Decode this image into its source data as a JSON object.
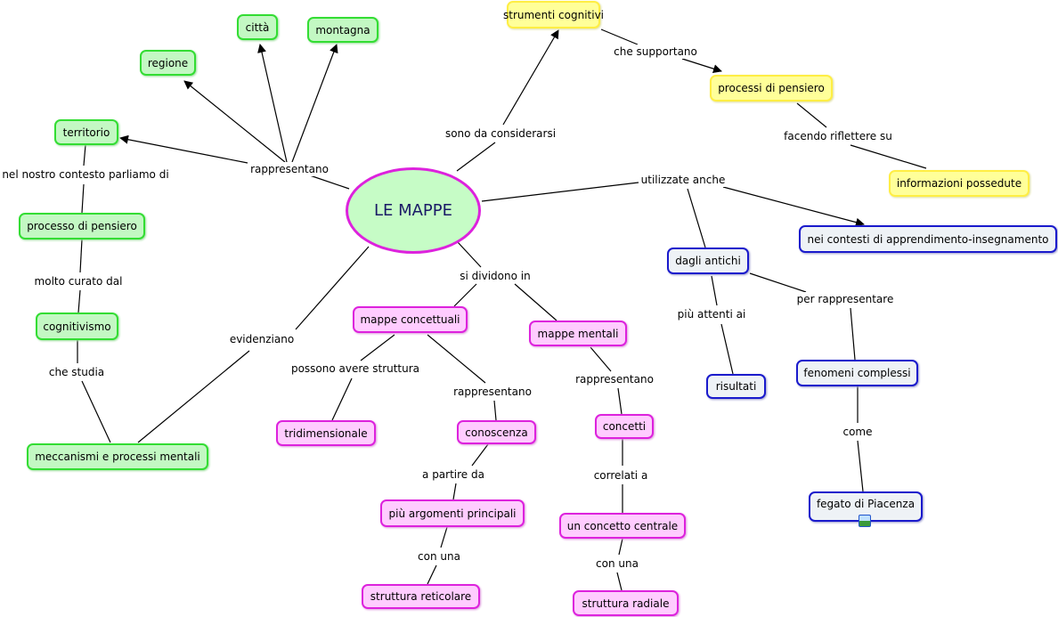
{
  "center": "LE MAPPE",
  "nodes": {
    "strumenti": "strumenti cognitivi",
    "processi": "processi di pensiero",
    "informazioni": "informazioni possedute",
    "citta": "città",
    "montagna": "montagna",
    "regione": "regione",
    "territorio": "territorio",
    "processo": "processo di pensiero",
    "cognitivismo": "cognitivismo",
    "meccanismi": "meccanismi e processi mentali",
    "concettuali": "mappe concettuali",
    "mentali": "mappe mentali",
    "tridimensionale": "tridimensionale",
    "conoscenza": "conoscenza",
    "concetti": "concetti",
    "argomenti": "più argomenti principali",
    "concetto_centrale": "un concetto centrale",
    "reticolare": "struttura reticolare",
    "radiale": "struttura radiale",
    "contesti": "nei contesti di apprendimento-insegnamento",
    "antichi": "dagli antichi",
    "risultati": "risultati",
    "fenomeni": "fenomeni complessi",
    "fegato": "fegato di Piacenza"
  },
  "links": {
    "rappresentano1": "rappresentano",
    "sono_da": "sono da considerarsi",
    "che_supportano": "che supportano",
    "facendo": "facendo riflettere su",
    "utilizzate": "utilizzate anche",
    "nel_nostro": "nel nostro contesto parliamo di",
    "molto_curato": "molto curato dal",
    "che_studia": "che studia",
    "evidenziano": "evidenziano",
    "si_dividono": "si dividono in",
    "possono": "possono avere struttura",
    "rappresentano2": "rappresentano",
    "rappresentano3": "rappresentano",
    "a_partire": "a partire da",
    "con_una1": "con una",
    "correlati": "correlati a",
    "con_una2": "con una",
    "piu_attenti": "più attenti ai",
    "per_rappresentare": "per rappresentare",
    "come": "come"
  }
}
